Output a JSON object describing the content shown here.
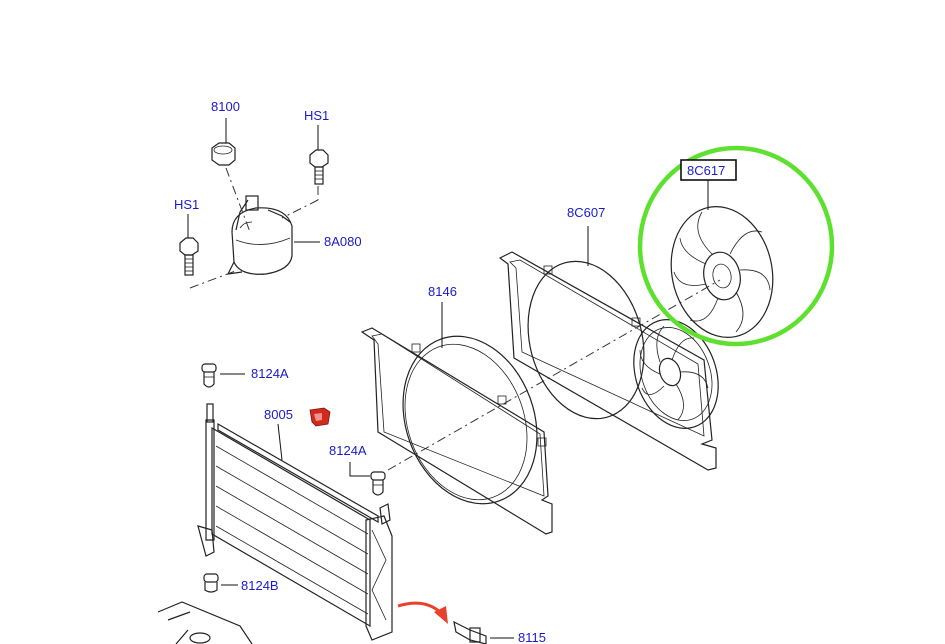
{
  "labels": {
    "p8100": "8100",
    "hs1_top": "HS1",
    "hs1_left": "HS1",
    "p8a080": "8A080",
    "p8c617": "8C617",
    "p8c607": "8C607",
    "p8146": "8146",
    "p8124a_top": "8124A",
    "p8005": "8005",
    "p8124a_mid": "8124A",
    "p8124b": "8124B",
    "p8115": "8115"
  },
  "colors": {
    "label_text": "#1a1acc",
    "highlight_circle": "#5ee02e",
    "arrow": "#e8402a",
    "clip_icon": "#d42a1e"
  },
  "icons": {
    "clip": "red-clip-icon",
    "arrow": "curved-arrow-icon"
  }
}
